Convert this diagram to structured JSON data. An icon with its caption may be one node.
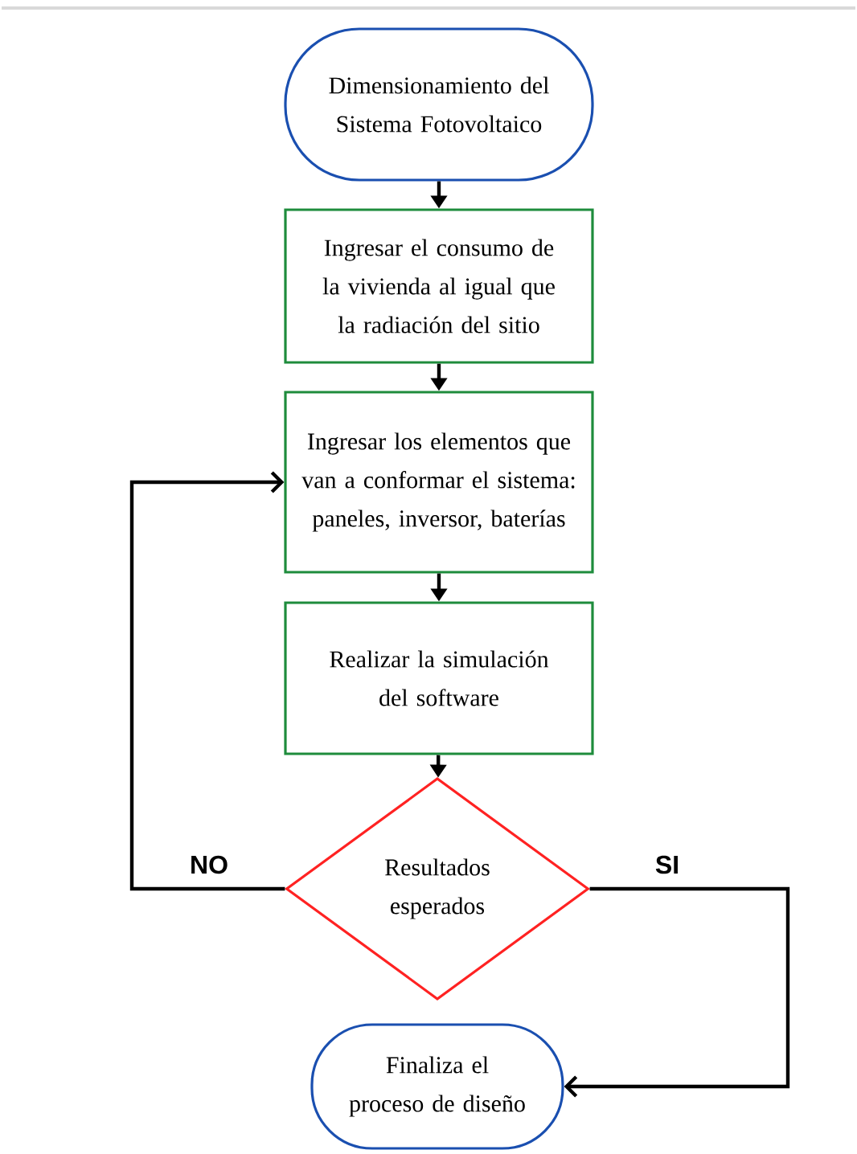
{
  "diagram": {
    "nodes": [
      {
        "text": [
          "Dimensionamiento del Sistema Fotovoltaico"
        ]
      },
      {
        "text": [
          "Ingresar el consumo de la vivienda al igual que la radiación del sitio"
        ]
      },
      {
        "text": [
          "Ingresar los elementos que van a conformar el sistema: paneles, inversor, baterías"
        ]
      },
      {
        "text": [
          "Realizar la simulación del software"
        ]
      },
      {
        "text": [
          "Resultados esperados"
        ]
      },
      {
        "text": [
          "Finaliza el proceso de diseño"
        ]
      }
    ],
    "edges": [
      {
        "from": 0,
        "to": 1,
        "arrow": "to"
      },
      {
        "from": 1,
        "to": 2,
        "arrow": "to"
      },
      {
        "from": 2,
        "to": 3,
        "arrow": "to"
      },
      {
        "from": 3,
        "to": 4,
        "arrow": "to"
      },
      {
        "from": 4,
        "to": 2,
        "arrow": "to",
        "label": "NO"
      },
      {
        "from": 4,
        "to": 5,
        "arrow": "to",
        "label": "SI"
      }
    ]
  }
}
